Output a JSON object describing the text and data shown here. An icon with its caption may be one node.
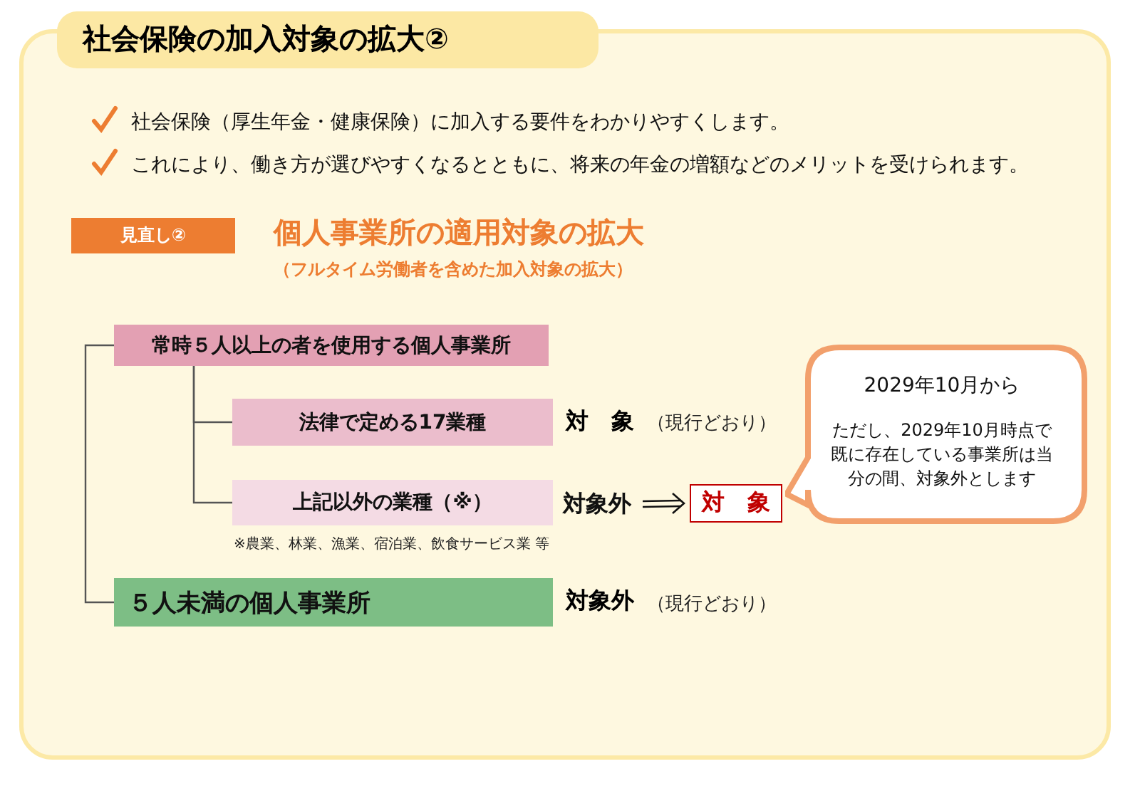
{
  "diagram": {
    "title": "社会保険の加入対象の拡大②",
    "nodes": [
      {
        "text": [
          "見直し②"
        ]
      },
      {
        "text": [
          "常時５人以上の者を使用する個人事業所"
        ]
      },
      {
        "text": [
          "法律で定める17業種"
        ],
        "beside": [
          "対　象"
        ]
      },
      {
        "text": [
          "上記以外の業種（※）"
        ]
      },
      {
        "text": [
          "対象外"
        ]
      },
      {
        "text": [
          "対　象"
        ]
      },
      {
        "text": [
          "2029年10月から",
          "ただし、2029年10月時点で既に存在している事業所は当分の間、対象外とします"
        ]
      },
      {
        "text": [
          "５人未満の個人事業所"
        ],
        "beside": [
          "対象外"
        ]
      }
    ],
    "edges": [
      {
        "from": 1,
        "to": 2,
        "arrow": "none"
      },
      {
        "from": 1,
        "to": 3,
        "arrow": "none"
      },
      {
        "from": 1,
        "to": 7,
        "arrow": "none"
      },
      {
        "from": 4,
        "to": 5,
        "arrow": "to"
      }
    ],
    "labels": [
      "社会保険（厚生年金・健康保険）に加入する要件をわかりやすくします。",
      "これにより、働き方が選びやすくなるとともに、将来の年金の増額などのメリットを受けられます。",
      "個人事業所の適用対象の拡大",
      "（フルタイム労働者を含めた加入対象の拡大）",
      "（現行どおり）",
      "※農業、林業、漁業、宿泊業、飲食サービス業 等",
      "（現行どおり）"
    ]
  }
}
